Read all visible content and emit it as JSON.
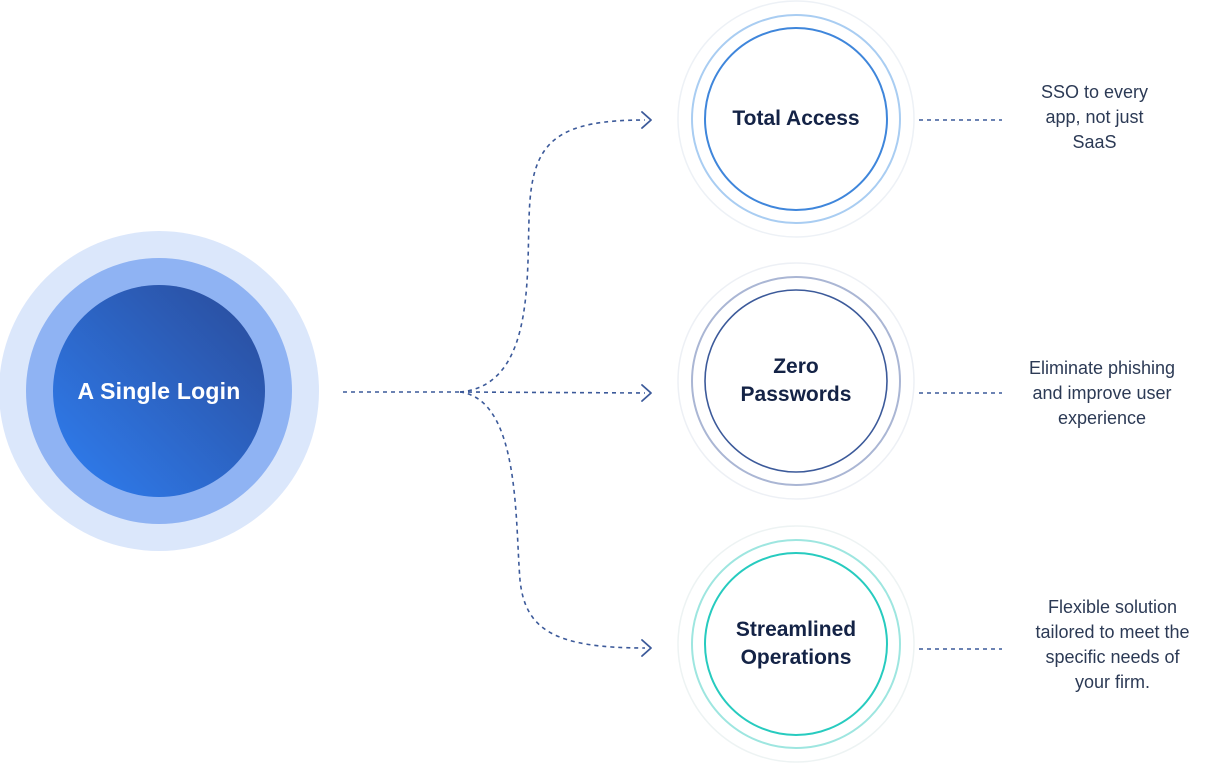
{
  "center": {
    "label": "A Single Login"
  },
  "benefits": [
    {
      "title_lines": [
        "Total Access"
      ],
      "description_lines": [
        "SSO to every",
        "app, not just",
        "SaaS"
      ]
    },
    {
      "title_lines": [
        "Zero",
        "Passwords"
      ],
      "description_lines": [
        "Eliminate phishing",
        "and improve user",
        "experience"
      ]
    },
    {
      "title_lines": [
        "Streamlined",
        "Operations"
      ],
      "description_lines": [
        "Flexible solution",
        "tailored to meet the",
        "specific needs of",
        "your firm."
      ]
    }
  ],
  "colors": {
    "background": "#ffffff",
    "center_outer": "#dbe7fb",
    "center_mid": "#8fb3f3",
    "center_inner_start": "#2f7ff2",
    "center_inner_end": "#2a4b99",
    "connector": "#3c5a9a",
    "total_access_ring": "#3f86db",
    "zero_passwords_ring": "#3c5a9a",
    "streamlined_ring": "#27cbbf",
    "title_text": "#142346",
    "description_text": "#2c3a55"
  }
}
